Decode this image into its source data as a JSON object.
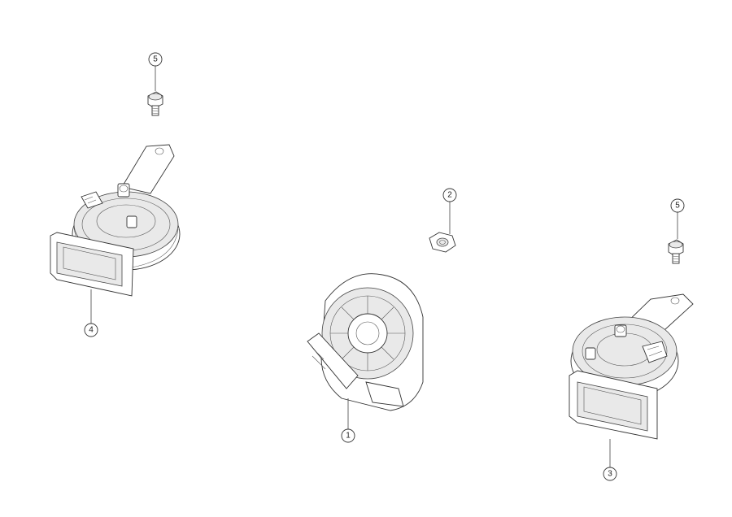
{
  "diagram": {
    "callouts": [
      {
        "id": "c1",
        "label": "1"
      },
      {
        "id": "c2",
        "label": "2"
      },
      {
        "id": "c3",
        "label": "3"
      },
      {
        "id": "c4",
        "label": "4"
      },
      {
        "id": "c5a",
        "label": "5"
      },
      {
        "id": "c5b",
        "label": "5"
      }
    ]
  }
}
